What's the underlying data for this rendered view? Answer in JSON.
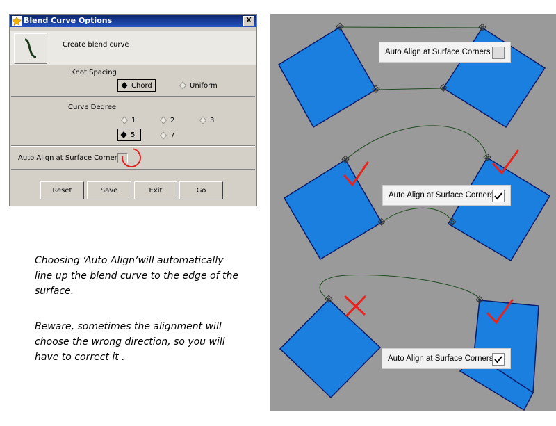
{
  "dialog": {
    "title": "Blend Curve Options",
    "close_label": "X",
    "header_label": "Create blend curve",
    "knot_spacing": {
      "label": "Knot Spacing",
      "options": [
        "Chord",
        "Uniform"
      ],
      "selected": "Chord"
    },
    "curve_degree": {
      "label": "Curve Degree",
      "options": [
        "1",
        "2",
        "3",
        "5",
        "7"
      ],
      "selected": "5"
    },
    "auto_align_label": "Auto Align at Surface Corners",
    "auto_align_checked": false,
    "buttons": [
      "Reset",
      "Save",
      "Exit",
      "Go"
    ]
  },
  "notes": {
    "paragraph1": "Choosing ‘Auto Align’will automatically line up the blend curve to the edge of the surface.",
    "paragraph2": "Beware, sometimes the alignment will choose the wrong direction, so you will have to correct it ."
  },
  "examples": [
    {
      "label": "Auto Align at Surface Corners",
      "checked": false,
      "marks": []
    },
    {
      "label": "Auto Align at Surface Corners",
      "checked": true,
      "marks": [
        "check",
        "check"
      ]
    },
    {
      "label": "Auto Align at Surface Corners",
      "checked": true,
      "marks": [
        "cross",
        "check"
      ]
    }
  ],
  "colors": {
    "surface_fill": "#1a7fde",
    "surface_edge": "#0a1a6a",
    "blend_curve": "#1f4a1f",
    "annotation_red": "#e8231e",
    "viewport_bg": "#9a9a9a"
  }
}
